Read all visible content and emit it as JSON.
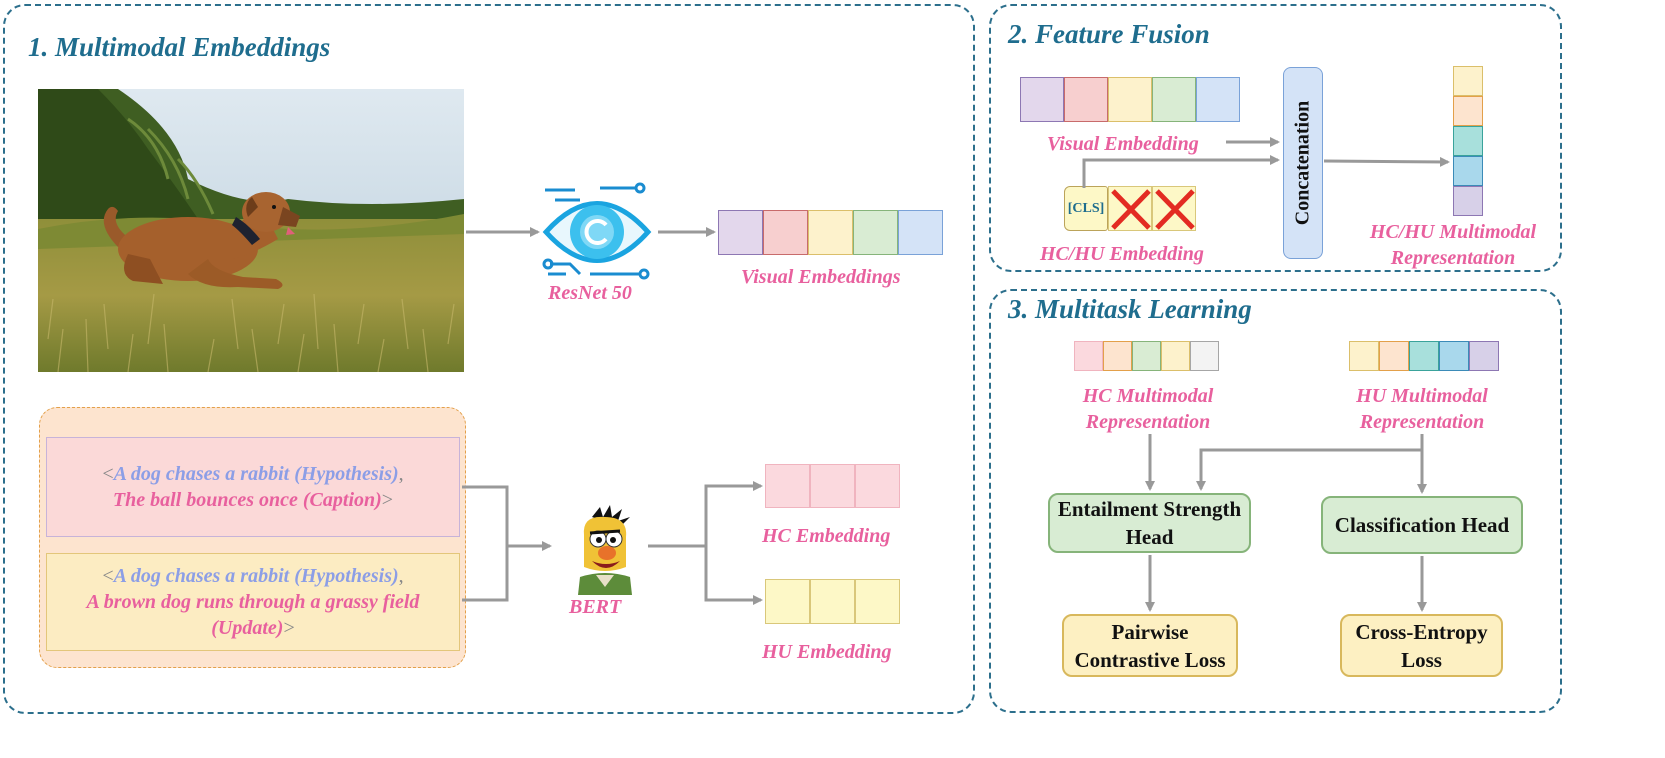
{
  "sections": {
    "embeddings": "1. Multimodal Embeddings",
    "fusion": "2. Feature Fusion",
    "multitask": "3. Multitask Learning"
  },
  "models": {
    "resnet": "ResNet 50",
    "bert": "BERT"
  },
  "labels": {
    "visual_embeddings": "Visual Embeddings",
    "hc_embedding": "HC Embedding",
    "hu_embedding": "HU Embedding",
    "visual_embedding": "Visual Embedding",
    "hchu_embedding": "HC/HU Embedding",
    "cls": "[CLS]",
    "concatenation": "Concatenation",
    "hchu_rep_1": "HC/HU Multimodal",
    "hchu_rep_2": "Representation",
    "hc_rep_1": "HC Multimodal",
    "hc_rep_2": "Representation",
    "hu_rep_1": "HU Multimodal",
    "hu_rep_2": "Representation"
  },
  "inputs": {
    "first": {
      "open": "<",
      "hypothesis": "A dog chases a rabbit (Hypothesis)",
      "sep": ",",
      "caption": "The ball bounces once (Caption)",
      "close": ">"
    },
    "second": {
      "open": "<",
      "hypothesis": "A dog chases a rabbit (Hypothesis)",
      "sep": ",",
      "update_1": "A brown dog runs through a grassy field",
      "update_2": "(Update)",
      "close": ">"
    }
  },
  "heads": {
    "entailment_1": "Entailment Strength",
    "entailment_2": "Head",
    "classification": "Classification Head"
  },
  "losses": {
    "pairwise_1": "Pairwise",
    "pairwise_2": "Contrastive Loss",
    "ce_1": "Cross-Entropy",
    "ce_2": "Loss"
  },
  "colors": {
    "border": "#2c6f8c",
    "title": "#1f6d8e",
    "pink_text": "#e8609e",
    "blue_text": "#8c9ee6",
    "arrow": "#999999",
    "cross": "#e32b22"
  },
  "icons": [
    "eye-icon",
    "bert-muppet-icon",
    "dog-photo",
    "cross-icon"
  ]
}
